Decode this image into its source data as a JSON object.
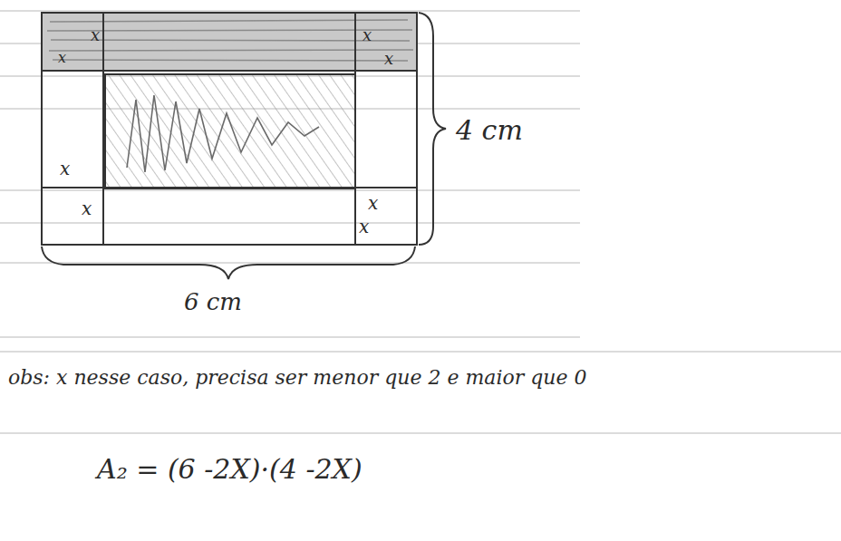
{
  "diagram": {
    "labels": [
      "x",
      "x",
      "x",
      "x",
      "x",
      "x",
      "x",
      "x",
      "4 cm",
      "6 cm",
      "obs: x nesse caso, precisa ser menor que 2 e maior que 0",
      "A₂ = (6 -2X)·(4 -2X)"
    ]
  }
}
